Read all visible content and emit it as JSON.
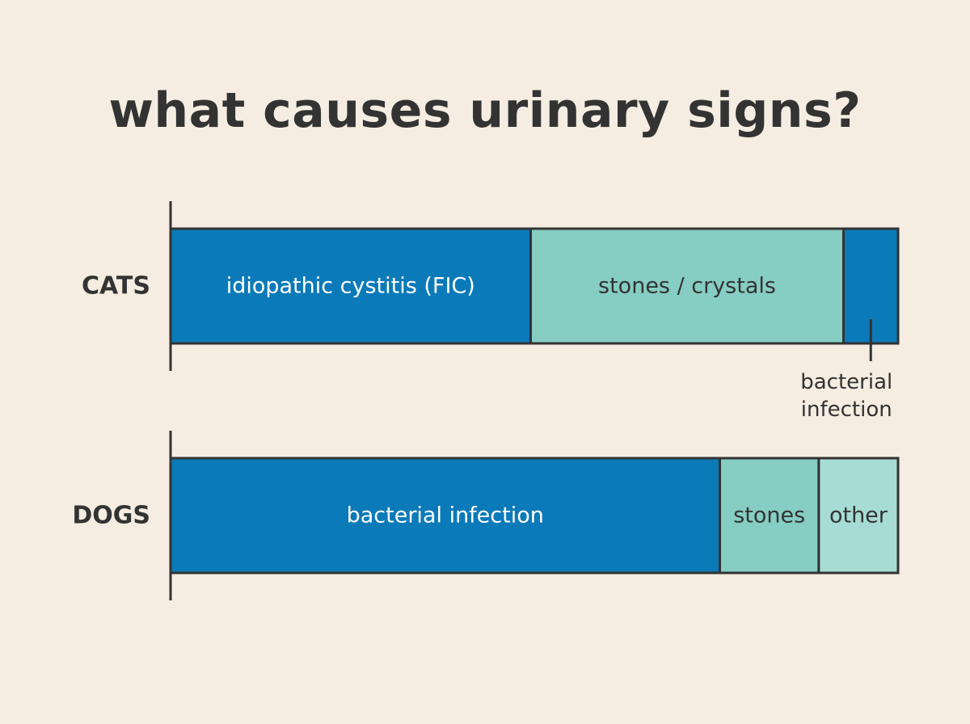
{
  "title": "what causes urinary signs?",
  "colors": {
    "background": "#f5ede1",
    "dark_blue": "#0b7ab9",
    "teal": "#86cdc3",
    "light_teal": "#a6dcd3",
    "outline": "#333333",
    "text_dark": "#333333",
    "text_light": "#ffffff"
  },
  "chart_data": {
    "type": "bar",
    "stacked": true,
    "orientation": "horizontal",
    "title": "what causes urinary signs?",
    "xlabel": "",
    "ylabel": "",
    "categories": [
      "CATS",
      "DOGS"
    ],
    "xlim": [
      0,
      100
    ],
    "grid": false,
    "legend": "none",
    "rows": [
      {
        "label": "CATS",
        "segments": [
          {
            "name": "idiopathic cystitis (FIC)",
            "value": 49.5,
            "color": "#0b7ab9",
            "text_color": "#ffffff",
            "label_inside": true
          },
          {
            "name": "stones / crystals",
            "value": 43.0,
            "color": "#86cdc3",
            "text_color": "#333333",
            "label_inside": true
          },
          {
            "name": "bacterial infection",
            "value": 7.5,
            "color": "#0b7ab9",
            "text_color": "#333333",
            "label_inside": false,
            "callout": [
              "bacterial",
              "infection"
            ]
          }
        ]
      },
      {
        "label": "DOGS",
        "segments": [
          {
            "name": "bacterial infection",
            "value": 75.5,
            "color": "#0b7ab9",
            "text_color": "#ffffff",
            "label_inside": true
          },
          {
            "name": "stones",
            "value": 13.6,
            "color": "#86cdc3",
            "text_color": "#333333",
            "label_inside": true
          },
          {
            "name": "other",
            "value": 10.9,
            "color": "#a6dcd3",
            "text_color": "#333333",
            "label_inside": true
          }
        ]
      }
    ]
  }
}
